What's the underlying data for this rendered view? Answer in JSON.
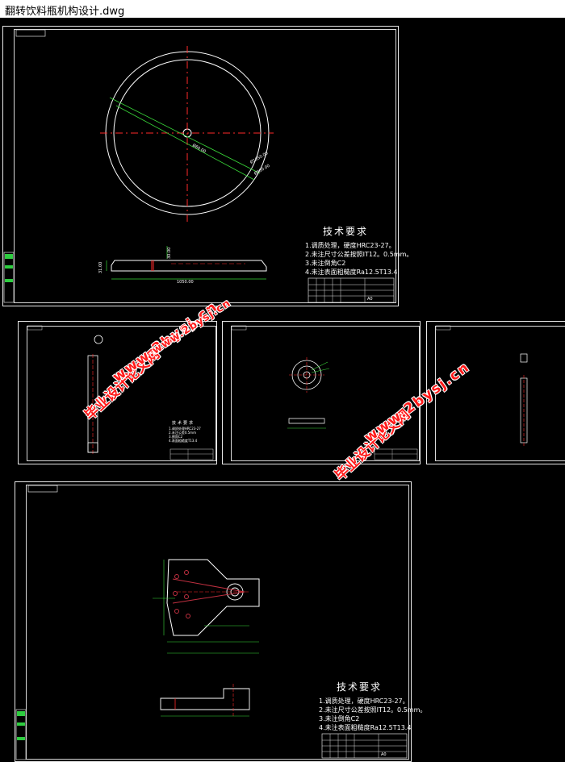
{
  "window": {
    "title": "翻转饮料瓶机构设计.dwg"
  },
  "sheet1": {
    "dims": {
      "d1": "Ø1050.00",
      "d2": "Ø950.00",
      "center": "Ø60.00",
      "length": "1050.00",
      "height": "31.00",
      "slot": "30.00"
    },
    "tech": {
      "heading": "技术要求",
      "lines": [
        "1.调质处理，硬度HRC23-27。",
        "2.未注尺寸公差按照IT12。0.5mm。",
        "3.未注倒角C2",
        "4.未注表面粗糙度Ra12.5T13.4"
      ]
    },
    "title_block": {
      "scale": "A0"
    }
  },
  "sheet2": {
    "tech": {
      "heading": "技术要求",
      "lines": [
        "1.调质处理HRC23-27",
        "2.未注公差0.5mm",
        "3.倒角C2",
        "4.表面粗糙度T13.4"
      ]
    }
  },
  "sheet5": {
    "tech": {
      "heading": "技术要求",
      "lines": [
        "1.调质处理，硬度HRC23-27。",
        "2.未注尺寸公差按照IT12。0.5mm。",
        "3.未注倒角C2",
        "4.未注表面粗糙度Ra12.5T13.4"
      ]
    },
    "title_block": {
      "scale": "A0"
    }
  },
  "watermarks": [
    {
      "text": "毕业设计论文网"
    },
    {
      "text": "www.2bysj.cn"
    }
  ],
  "colors": {
    "background": "#000000",
    "lines": "#ffffff",
    "center": "#ff2a2a",
    "dims": "#39d839",
    "accent": "#c03040"
  }
}
